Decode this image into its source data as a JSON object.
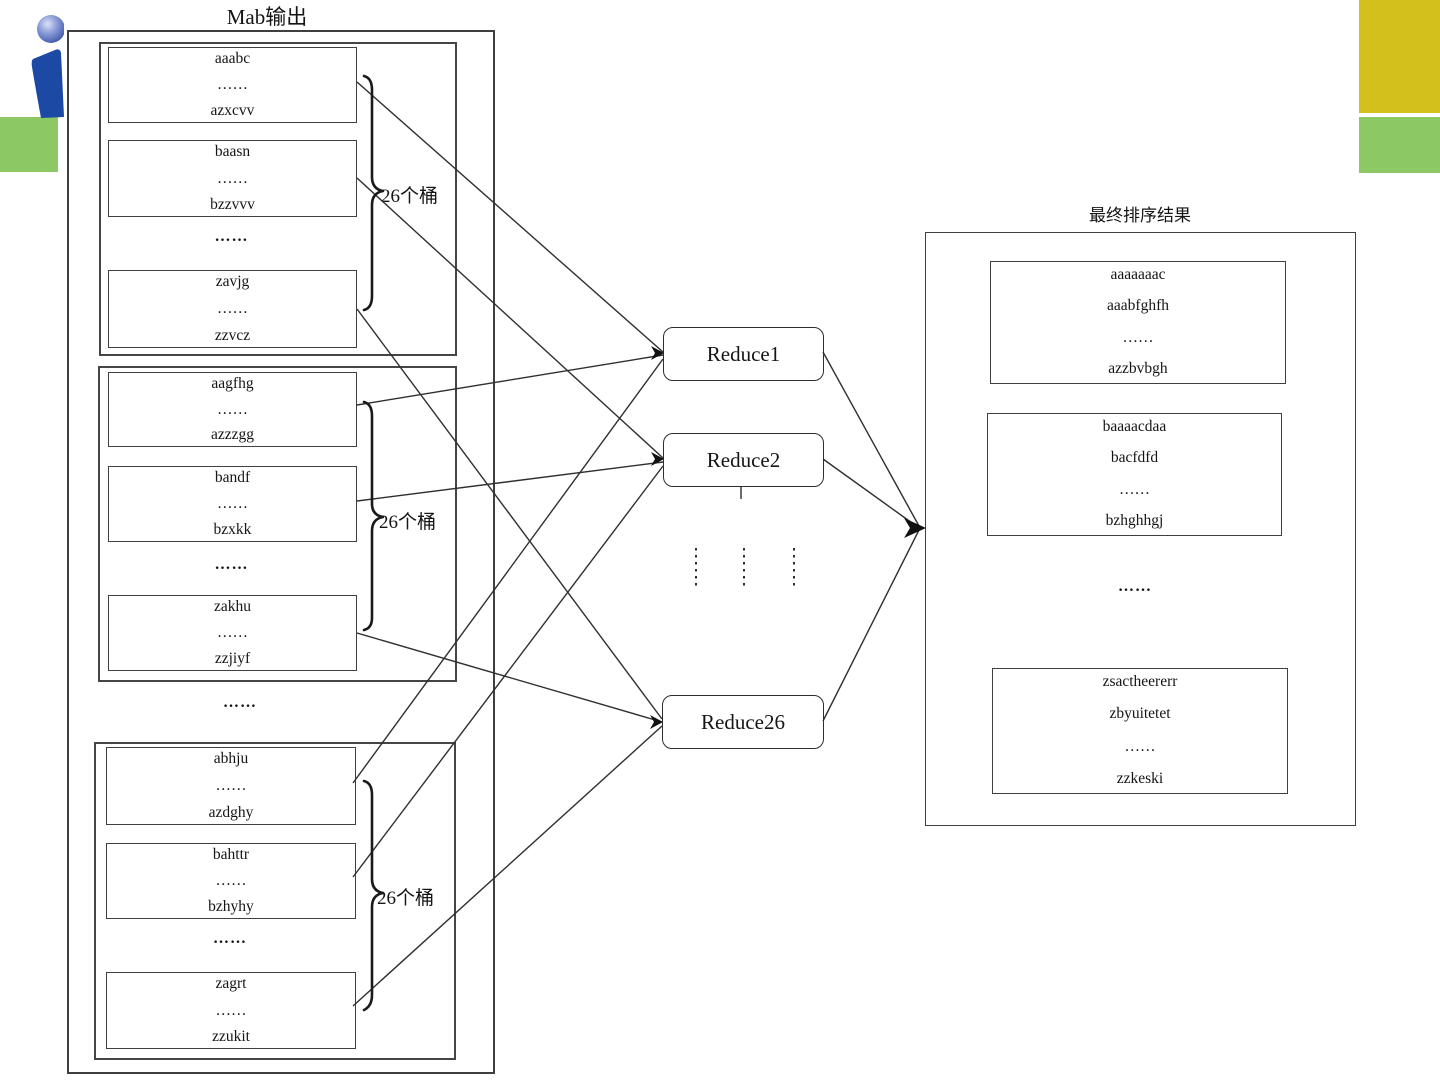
{
  "slide": {
    "background": "#ffffff",
    "decor": {
      "yellow_bar": "#d3c01d",
      "green_bar": "#8cc863",
      "logo_red": "#e2372b",
      "logo_blue": "#1c49a4",
      "logo_ball": "#7185cc"
    }
  },
  "map": {
    "title": "Mab输出",
    "between_groups_dots": "……",
    "groups": [
      {
        "bucket_count_label": "26个桶",
        "dots": "……",
        "buckets": [
          {
            "top": "aaabc",
            "mid": "……",
            "bottom": "azxcvv"
          },
          {
            "top": "baasn",
            "mid": "……",
            "bottom": "bzzvvv"
          },
          {
            "top": "zavjg",
            "mid": "……",
            "bottom": "zzvcz"
          }
        ]
      },
      {
        "bucket_count_label": "26个桶",
        "dots": "……",
        "buckets": [
          {
            "top": "aagfhg",
            "mid": "……",
            "bottom": "azzzgg"
          },
          {
            "top": "bandf",
            "mid": "……",
            "bottom": "bzxkk"
          },
          {
            "top": "zakhu",
            "mid": "……",
            "bottom": "zzjiyf"
          }
        ]
      },
      {
        "bucket_count_label": "26个桶",
        "dots": "……",
        "buckets": [
          {
            "top": "abhju",
            "mid": "……",
            "bottom": "azdghy"
          },
          {
            "top": "bahttr",
            "mid": "……",
            "bottom": "bzhyhy"
          },
          {
            "top": "zagrt",
            "mid": "……",
            "bottom": "zzukit"
          }
        ]
      }
    ]
  },
  "reducers": [
    {
      "label": "Reduce1"
    },
    {
      "label": "Reduce2"
    },
    {
      "label": "Reduce26"
    }
  ],
  "result": {
    "title": "最终排序结果",
    "dots": "……",
    "boxes": [
      {
        "line1": "aaaaaaac",
        "line2": "aaabfghfh",
        "line3": "……",
        "line4": "azzbvbgh"
      },
      {
        "line1": "baaaacdaa",
        "line2": "bacfdfd",
        "line3": "……",
        "line4": "bzhghhgj"
      },
      {
        "line1": "zsactheererr",
        "line2": "zbyuitetet",
        "line3": "……",
        "line4": "zzkeski"
      }
    ]
  }
}
